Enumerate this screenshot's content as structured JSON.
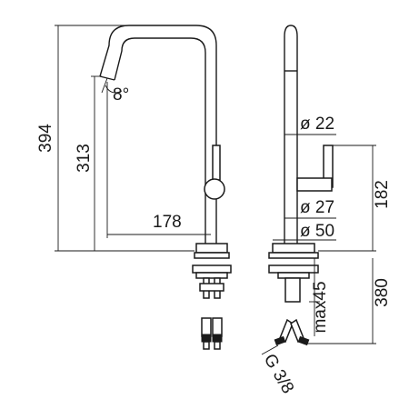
{
  "dimensions": {
    "overall_height": "394",
    "spout_height": "313",
    "spout_angle": "8°",
    "spout_reach": "178",
    "spout_diameter": "ø 22",
    "handle_height": "182",
    "lever_diameter": "ø 27",
    "base_diameter": "ø 50",
    "hose_length": "380",
    "max_deck_thickness": "max45",
    "connection_thread": "G 3/8"
  }
}
